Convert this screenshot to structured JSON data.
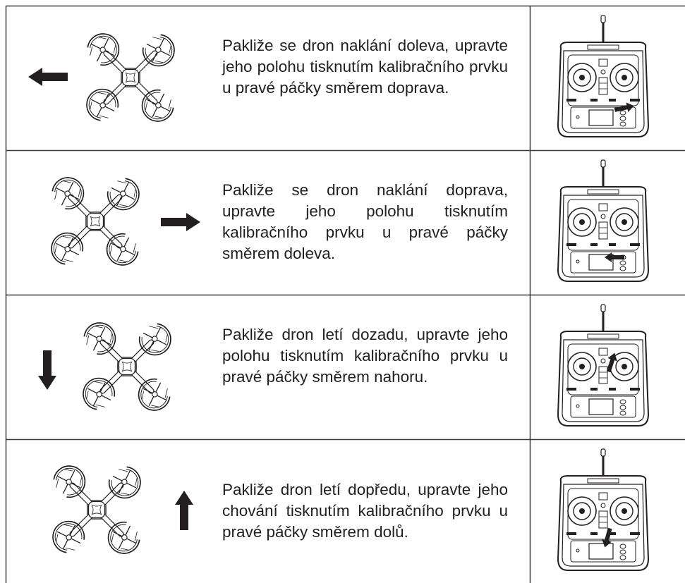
{
  "instructions": [
    {
      "text": "Pakliže se dron naklání doleva, upravte jeho polohu tisknutím kalibračního prvku u pravé páčky směrem doprava.",
      "drone_arrow": "arrow-left-icon",
      "trim_arrow": "arrow-right-icon"
    },
    {
      "text": "Pakliže se dron naklání doprava, upravte jeho polohu tisknutím kalibračního prvku u pravé páčky směrem doleva.",
      "drone_arrow": "arrow-right-icon",
      "trim_arrow": "arrow-left-icon"
    },
    {
      "text": "Pakliže dron letí dozadu, upravte jeho polohu tisknutím kalibračního prvku u pravé páčky směrem nahoru.",
      "drone_arrow": "arrow-down-icon",
      "trim_arrow": "arrow-up-icon"
    },
    {
      "text": "Pakliže dron letí dopředu, upravte jeho chování tisknutím kalibračního prvku u pravé páčky směrem dolů.",
      "drone_arrow": "arrow-up-icon",
      "trim_arrow": "arrow-down-icon"
    }
  ],
  "colors": {
    "ink": "#231f20",
    "border": "#3a3a3a"
  }
}
